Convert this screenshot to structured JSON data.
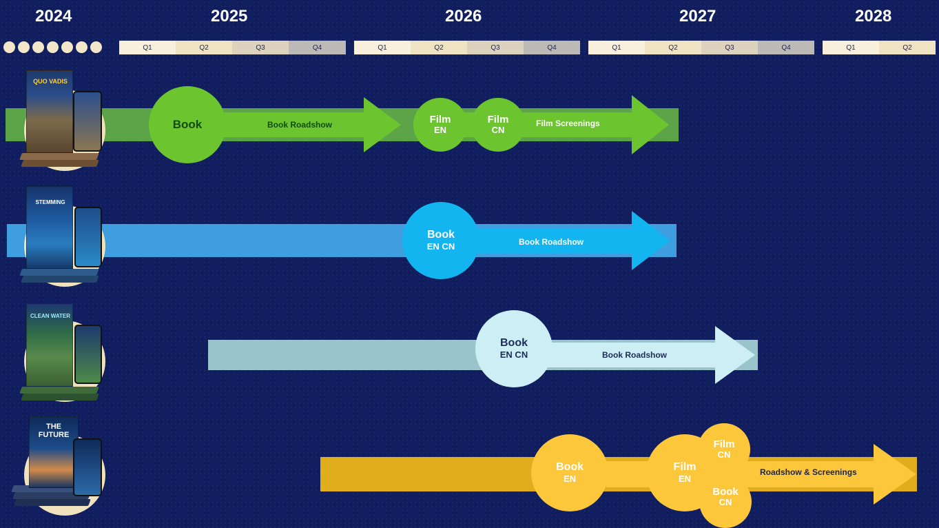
{
  "years": [
    "2024",
    "2025",
    "2026",
    "2027",
    "2028"
  ],
  "dots_count": 7,
  "quarters": {
    "y2025": [
      "Q1",
      "Q2",
      "Q3",
      "Q4"
    ],
    "y2026": [
      "Q1",
      "Q2",
      "Q3",
      "Q4"
    ],
    "y2027": [
      "Q1",
      "Q2",
      "Q3",
      "Q4"
    ],
    "y2028": [
      "Q1",
      "Q2"
    ]
  },
  "rows": [
    {
      "cover_title": "QUO VADIS",
      "color": "#6cc52e",
      "milestones": [
        {
          "main": "Book",
          "sub": ""
        },
        {
          "main": "Film",
          "sub": "EN"
        },
        {
          "main": "Film",
          "sub": "CN"
        }
      ],
      "arrow_labels": [
        "Book Roadshow",
        "Film Screenings"
      ]
    },
    {
      "cover_title": "STEMMING",
      "color": "#12b5f0",
      "milestones": [
        {
          "main": "Book",
          "sub": "EN CN"
        }
      ],
      "arrow_labels": [
        "Book Roadshow"
      ]
    },
    {
      "cover_title": "CLEAN WATER",
      "color": "#cdeef5",
      "milestones": [
        {
          "main": "Book",
          "sub": "EN CN"
        }
      ],
      "arrow_labels": [
        "Book Roadshow"
      ]
    },
    {
      "cover_title": "THE FUTURE",
      "color": "#fcc73a",
      "milestones": [
        {
          "main": "Book",
          "sub": "EN"
        },
        {
          "main": "Film",
          "sub": "EN"
        },
        {
          "main": "Film",
          "sub": "CN"
        },
        {
          "main": "Book",
          "sub": "CN"
        }
      ],
      "arrow_labels": [
        "Roadshow & Screenings"
      ]
    }
  ]
}
